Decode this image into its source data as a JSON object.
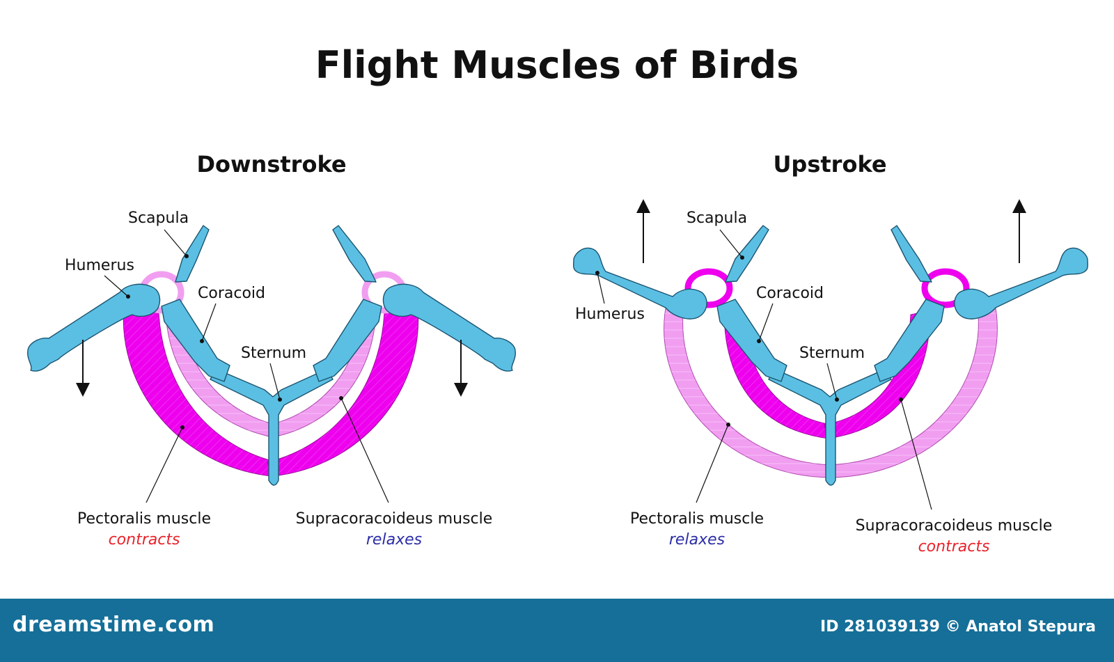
{
  "title": "Flight Muscles of Birds",
  "colors": {
    "bone": "#5bbfe3",
    "muscle_contract": "#ee00ee",
    "muscle_relax": "#f19ef1",
    "contracts_text": "#e8232a",
    "relaxes_text": "#2c2ea8",
    "footer_bg": "#156f98"
  },
  "panels": [
    {
      "heading": "Downstroke",
      "labels": {
        "scapula": "Scapula",
        "humerus": "Humerus",
        "coracoid": "Coracoid",
        "sternum": "Sternum",
        "pectoralis": "Pectoralis muscle",
        "pectoralis_state": "contracts",
        "supracoracoideus": "Supracoracoideus muscle",
        "supracoracoideus_state": "relaxes"
      },
      "arrow_direction": "down"
    },
    {
      "heading": "Upstroke",
      "labels": {
        "scapula": "Scapula",
        "humerus": "Humerus",
        "coracoid": "Coracoid",
        "sternum": "Sternum",
        "pectoralis": "Pectoralis muscle",
        "pectoralis_state": "relaxes",
        "supracoracoideus": "Supracoracoideus muscle",
        "supracoracoideus_state": "contracts"
      },
      "arrow_direction": "up"
    }
  ],
  "footer": {
    "logo": "dreamstime.com",
    "credit": "ID 281039139 © Anatol Stepura"
  }
}
